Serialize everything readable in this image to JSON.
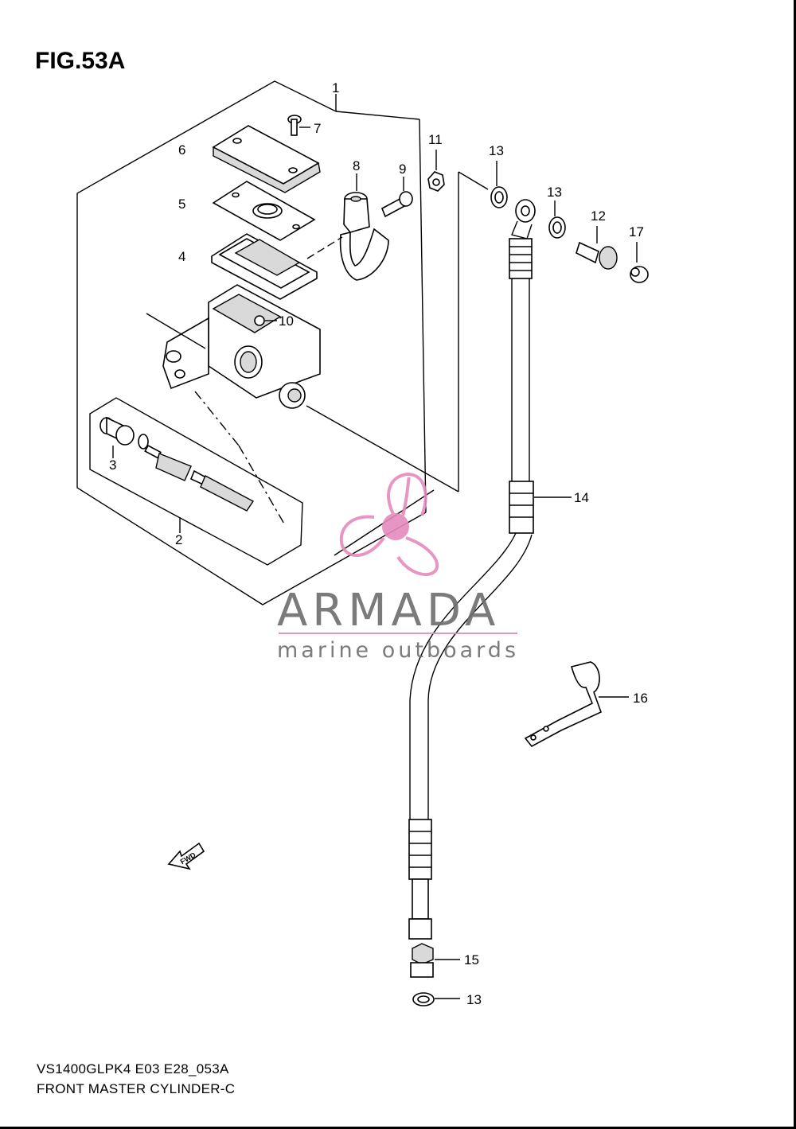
{
  "figure": {
    "title": "FIG.53A",
    "model_code": "VS1400GLPK4 E03 E28_053A",
    "section_name": "FRONT MASTER CYLINDER-C"
  },
  "callouts": [
    "1",
    "2",
    "3",
    "4",
    "5",
    "6",
    "7",
    "8",
    "9",
    "10",
    "11",
    "12",
    "13",
    "13",
    "13",
    "14",
    "15",
    "16",
    "17"
  ],
  "direction_marker": "FWD",
  "watermark": {
    "brand": "ARMADA",
    "tagline": "marine outboards",
    "logo_color": "#e58bbd",
    "text_color": "#6d6d6d"
  }
}
